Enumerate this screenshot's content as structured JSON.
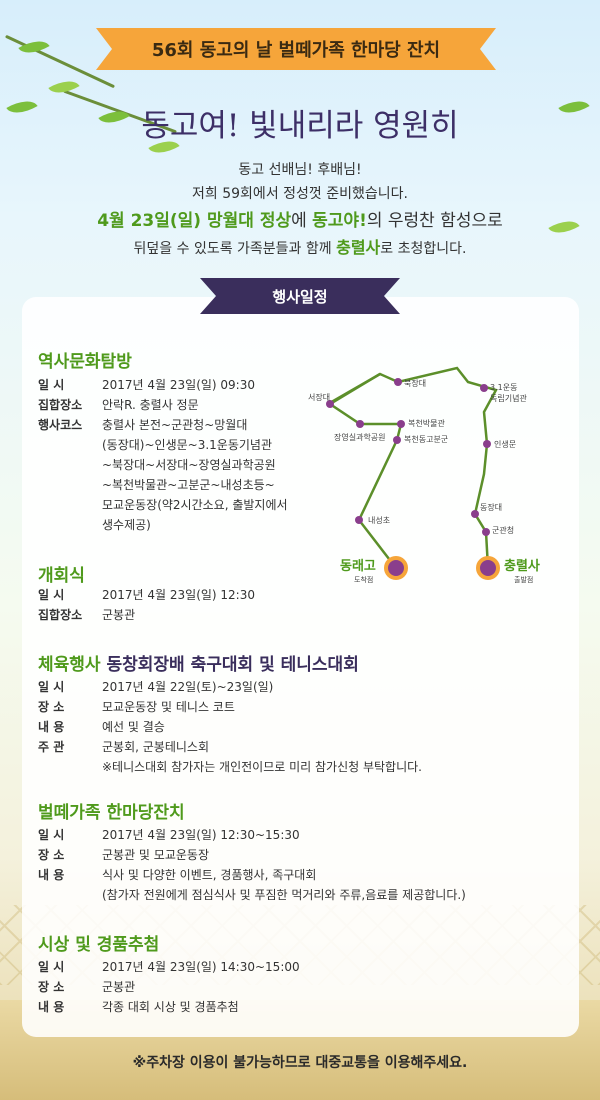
{
  "banner": "56회 동고의 날 벌떼가족 한마당 잔치",
  "main_title": "동고여! 빛내리라 영원히",
  "intro": {
    "line1": "동고 선배님! 후배님!",
    "line2": "저희 59회에서 정성껏 준비했습니다.",
    "line3_hl1": "4월 23일(일) 망월대 정상",
    "line3_mid": "에 ",
    "line3_hl2": "동고야!",
    "line3_end": "의 우렁찬 함성으로",
    "line4_start": "뒤덮을 수 있도록 가족분들과 함께 ",
    "line4_hl": "충렬사",
    "line4_end": "로 초청합니다."
  },
  "schedule_header": "행사일정",
  "sections": {
    "history": {
      "title": "역사문화탐방",
      "rows": [
        {
          "label": "일 시",
          "value": "2017년 4월 23일(일) 09:30"
        },
        {
          "label": "집합장소",
          "value": "안락R. 충렬사 정문"
        },
        {
          "label": "행사코스",
          "value": "충렬사 본전~군관청~망월대"
        }
      ],
      "course_cont": [
        "(동장대)~인생문~3.1운동기념관",
        "~북장대~서장대~장영실과학공원",
        "~복천박물관~고분군~내성초등~",
        "모교운동장(약2시간소요, 출발지에서",
        "생수제공)"
      ]
    },
    "opening": {
      "title": "개회식",
      "rows": [
        {
          "label": "일 시",
          "value": "2017년 4월 23일(일) 12:30"
        },
        {
          "label": "집합장소",
          "value": "군봉관"
        }
      ]
    },
    "sports": {
      "title_main": "체육행사 ",
      "title_hl": "동창회장배 축구대회 및 테니스대회",
      "rows": [
        {
          "label": "일 시",
          "value": "2017년 4월 22일(토)~23일(일)"
        },
        {
          "label": "장 소",
          "value": "모교운동장 및 테니스 코트"
        },
        {
          "label": "내 용",
          "value": "예선 및 결승"
        },
        {
          "label": "주 관",
          "value": "군봉회, 군봉테니스회"
        }
      ],
      "note": "※테니스대회 참가자는 개인전이므로 미리 참가신청 부탁합니다."
    },
    "festival": {
      "title": "벌떼가족 한마당잔치",
      "rows": [
        {
          "label": "일 시",
          "value": "2017년 4월 23일(일) 12:30~15:30"
        },
        {
          "label": "장 소",
          "value": "군봉관 및 모교운동장"
        },
        {
          "label": "내 용",
          "value": "식사 및 다양한 이벤트, 경품행사, 족구대회"
        }
      ],
      "note": "(참가자 전원에게 점심식사 및 푸짐한 먹거리와 주류,음료를 제공합니다.)"
    },
    "award": {
      "title": "시상 및 경품추첨",
      "rows": [
        {
          "label": "일 시",
          "value": "2017년 4월 23일(일) 14:30~15:00"
        },
        {
          "label": "장 소",
          "value": "군봉관"
        },
        {
          "label": "내 용",
          "value": "각종 대회 시상 및 경품추첨"
        }
      ]
    }
  },
  "map": {
    "stops": {
      "seojangdae": "서장대",
      "bukjangdae": "북장대",
      "sam1": "3.1운동",
      "sam1b": "독립기념관",
      "jangyeongsil": "장영실과학공원",
      "bokcheon_museum": "복천박물관",
      "bokcheon_tomb": "복천동고분군",
      "insaengmun": "인생문",
      "dongjangdae": "동장대",
      "gungwancheong": "군관청",
      "naeseong": "내성초"
    },
    "end_name": "동래고",
    "end_sub": "도착점",
    "start_name": "충렬사",
    "start_sub": "출발점"
  },
  "footer": "※주차장 이용이 불가능하므로 대중교통을 이용해주세요.",
  "colors": {
    "accent_green": "#4f9a1c",
    "navy": "#3a2e5c",
    "banner_orange": "#f6a53a",
    "route": "#5c8f2a",
    "stop": "#8a3e8c"
  }
}
